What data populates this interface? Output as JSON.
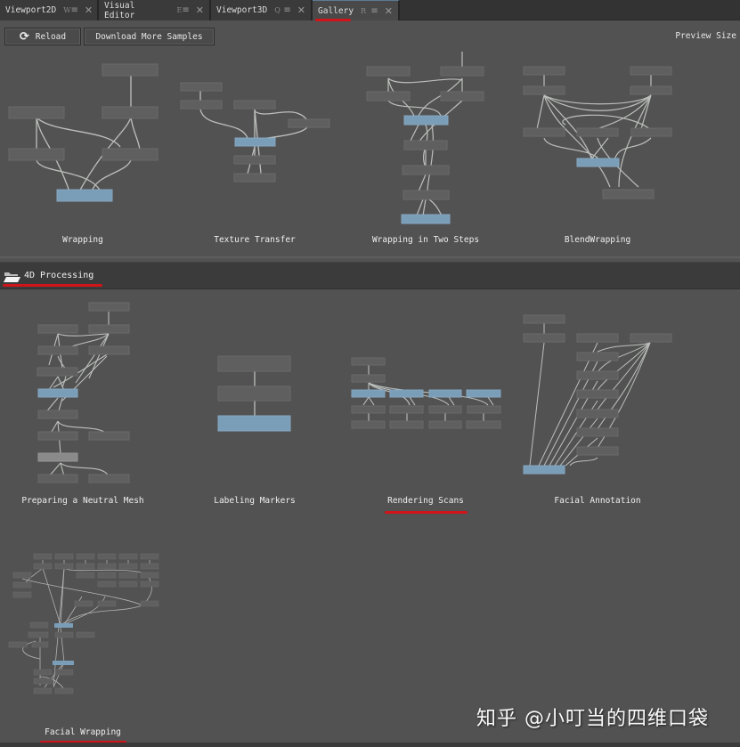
{
  "tabs": [
    {
      "label": "Viewport2D",
      "key": "W",
      "active": false
    },
    {
      "label": "Visual Editor",
      "key": "E",
      "active": false
    },
    {
      "label": "Viewport3D",
      "key": "Q",
      "active": false
    },
    {
      "label": "Gallery",
      "key": "R",
      "active": true
    }
  ],
  "tab_icons": {
    "menu": "≡",
    "close": "✕"
  },
  "toolbar": {
    "reload_label": "Reload",
    "reload_icon": "⟳",
    "download_label": "Download More Samples",
    "preview_size_label": "Preview Size"
  },
  "gallery": {
    "top_items": [
      {
        "title": "Wrapping"
      },
      {
        "title": "Texture Transfer"
      },
      {
        "title": "Wrapping in Two Steps"
      },
      {
        "title": "BlendWrapping"
      }
    ],
    "section": {
      "title": "4D Processing",
      "icon": "folder-open-icon"
    },
    "section_items": [
      {
        "title": "Preparing a Neutral Mesh"
      },
      {
        "title": "Labeling Markers"
      },
      {
        "title": "Rendering Scans"
      },
      {
        "title": "Facial Annotation"
      },
      {
        "title": "Facial Wrapping"
      }
    ]
  },
  "colors": {
    "background": "#525252",
    "node": "#5e5e5e",
    "node_active": "#7a9db8",
    "wire": "#c8ccc8",
    "annotation": "#d0141a"
  },
  "watermark": "知乎 @小叮当的四维口袋"
}
